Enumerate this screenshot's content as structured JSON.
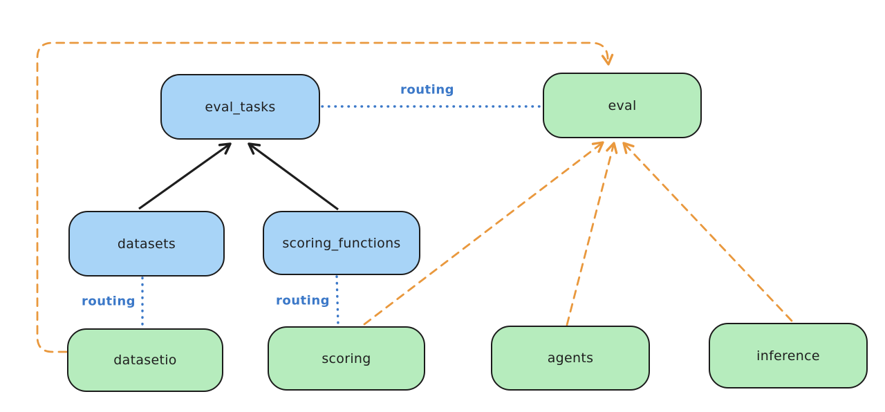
{
  "diagram": {
    "nodes": {
      "eval_tasks": {
        "label": "eval_tasks",
        "fill": "#a8d4f7"
      },
      "eval": {
        "label": "eval",
        "fill": "#b6ecbd"
      },
      "datasets": {
        "label": "datasets",
        "fill": "#a8d4f7"
      },
      "scoring_functions": {
        "label": "scoring_functions",
        "fill": "#a8d4f7"
      },
      "datasetio": {
        "label": "datasetio",
        "fill": "#b6ecbd"
      },
      "scoring": {
        "label": "scoring",
        "fill": "#b6ecbd"
      },
      "agents": {
        "label": "agents",
        "fill": "#b6ecbd"
      },
      "inference": {
        "label": "inference",
        "fill": "#b6ecbd"
      }
    },
    "edges": [
      {
        "from": "datasets",
        "to": "eval_tasks",
        "style": "solid-arrow",
        "label": "",
        "color": "#1e1e1e"
      },
      {
        "from": "scoring_functions",
        "to": "eval_tasks",
        "style": "solid-arrow",
        "label": "",
        "color": "#1e1e1e"
      },
      {
        "from": "eval_tasks",
        "to": "eval",
        "style": "dotted",
        "label": "routing",
        "color": "#3b78c8"
      },
      {
        "from": "datasets",
        "to": "datasetio",
        "style": "dotted",
        "label": "routing",
        "color": "#3b78c8"
      },
      {
        "from": "scoring_functions",
        "to": "scoring",
        "style": "dotted",
        "label": "routing",
        "color": "#3b78c8"
      },
      {
        "from": "datasetio",
        "to": "eval",
        "style": "dashed-arrow",
        "label": "",
        "color": "#e9983d"
      },
      {
        "from": "scoring",
        "to": "eval",
        "style": "dashed-arrow",
        "label": "",
        "color": "#e9983d"
      },
      {
        "from": "agents",
        "to": "eval",
        "style": "dashed-arrow",
        "label": "",
        "color": "#e9983d"
      },
      {
        "from": "inference",
        "to": "eval",
        "style": "dashed-arrow",
        "label": "",
        "color": "#e9983d"
      }
    ],
    "colors": {
      "node_blue_fill": "#a8d4f7",
      "node_green_fill": "#b6ecbd",
      "node_border": "#1b1b1b",
      "solid_edge": "#1e1e1e",
      "routing_edge": "#3b78c8",
      "provider_edge": "#e9983d",
      "background": "#ffffff"
    }
  }
}
